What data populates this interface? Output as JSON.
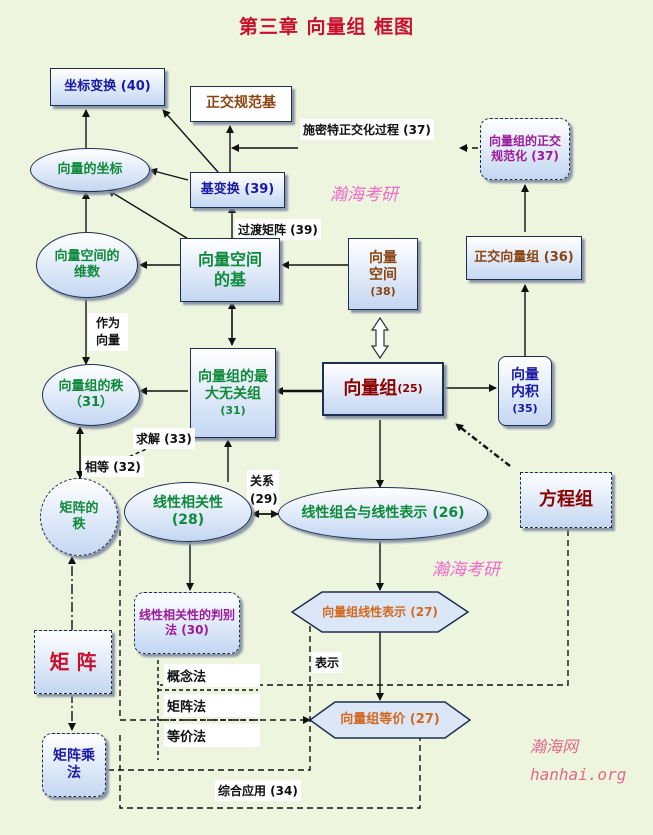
{
  "title": "第三章   向量组      框图",
  "nodes": {
    "coord_transform": "坐标变换 (40)",
    "orthonormal_basis": "正交规范基",
    "schmidt_label": "施密特正交化过程 (37)",
    "normalize": "向量组的正交规范化 (37)",
    "coords": "向量的坐标",
    "basis_change": "基变换 (39)",
    "transition_label": "过渡矩阵 (39)",
    "dim": "向量空间的维数",
    "space_basis": "向量空间的基",
    "vector_space": "向量空间",
    "vector_space_num": "(38)",
    "orth_group": "正交向量组 (36)",
    "as_label": "作为向量",
    "rank_vg": "向量组的秩（31）",
    "max_indep": "向量组的最大无关组",
    "max_indep_num": "(31)",
    "vector_group": "向量组",
    "vector_group_num": "(25)",
    "inner_product": "向量内积",
    "inner_product_num": "(35)",
    "solve_label": "求解 (33)",
    "equal_label": "相等 (32)",
    "relation_label": "关系 (29)",
    "matrix_rank": "矩阵的秩",
    "linear_dep": "线性相关性 (28)",
    "linear_comb": "线性组合与线性表示 (26)",
    "equations": "方程组",
    "dep_criteria": "线性相关性的判别法 (30)",
    "linear_rep": "向量组线性表示 (27)",
    "concept_method": "概念法",
    "matrix_method": "矩阵法",
    "equiv_method": "等价法",
    "represent_label": "表示",
    "matrix": "矩 阵",
    "vg_equiv": "向量组等价 (27)",
    "matrix_mult": "矩阵乘法",
    "comprehensive_label": "综合应用 (34)"
  },
  "watermarks": {
    "top": "瀚海考研",
    "middle": "瀚海考研",
    "brand_cn": "瀚海网",
    "brand_url": "hanhai.org"
  },
  "colors": {
    "title": "#c8102e",
    "blue": "#1a1aa6",
    "green": "#0e8a3a",
    "brown": "#8b4513",
    "purple": "#9b1b9b",
    "orange": "#d2691e",
    "darkred": "#8b0000",
    "watermark": "#f06ac8"
  }
}
